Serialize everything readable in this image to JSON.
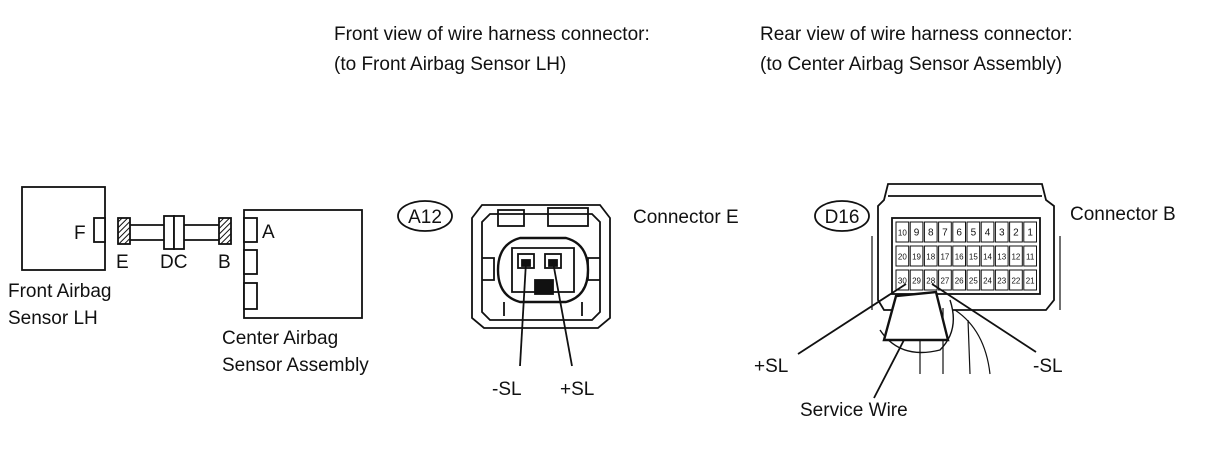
{
  "header": {
    "front_view_line1": "Front view of wire harness connector:",
    "front_view_line2": "(to Front Airbag Sensor LH)",
    "rear_view_line1": "Rear view of wire harness connector:",
    "rear_view_line2": "(to Center Airbag Sensor Assembly)"
  },
  "schematic": {
    "front_sensor_line1": "Front Airbag",
    "front_sensor_line2": "Sensor LH",
    "center_sensor_line1": "Center Airbag",
    "center_sensor_line2": "Sensor Assembly",
    "pin_f": "F",
    "pin_a": "A",
    "label_e": "E",
    "label_dc": "DC",
    "label_b": "B"
  },
  "connector_a12": {
    "code": "A12",
    "name": "Connector E",
    "pin_minus": "-SL",
    "pin_plus": "+SL"
  },
  "connector_d16": {
    "code": "D16",
    "name": "Connector B",
    "row1": [
      "10",
      "9",
      "8",
      "7",
      "6",
      "5",
      "4",
      "3",
      "2",
      "1"
    ],
    "row2": [
      "20",
      "19",
      "18",
      "17",
      "16",
      "15",
      "14",
      "13",
      "12",
      "11"
    ],
    "row3": [
      "30",
      "29",
      "28",
      "27",
      "26",
      "25",
      "24",
      "23",
      "22",
      "21"
    ],
    "pin_plus": "+SL",
    "pin_minus": "-SL",
    "service_wire": "Service Wire"
  }
}
